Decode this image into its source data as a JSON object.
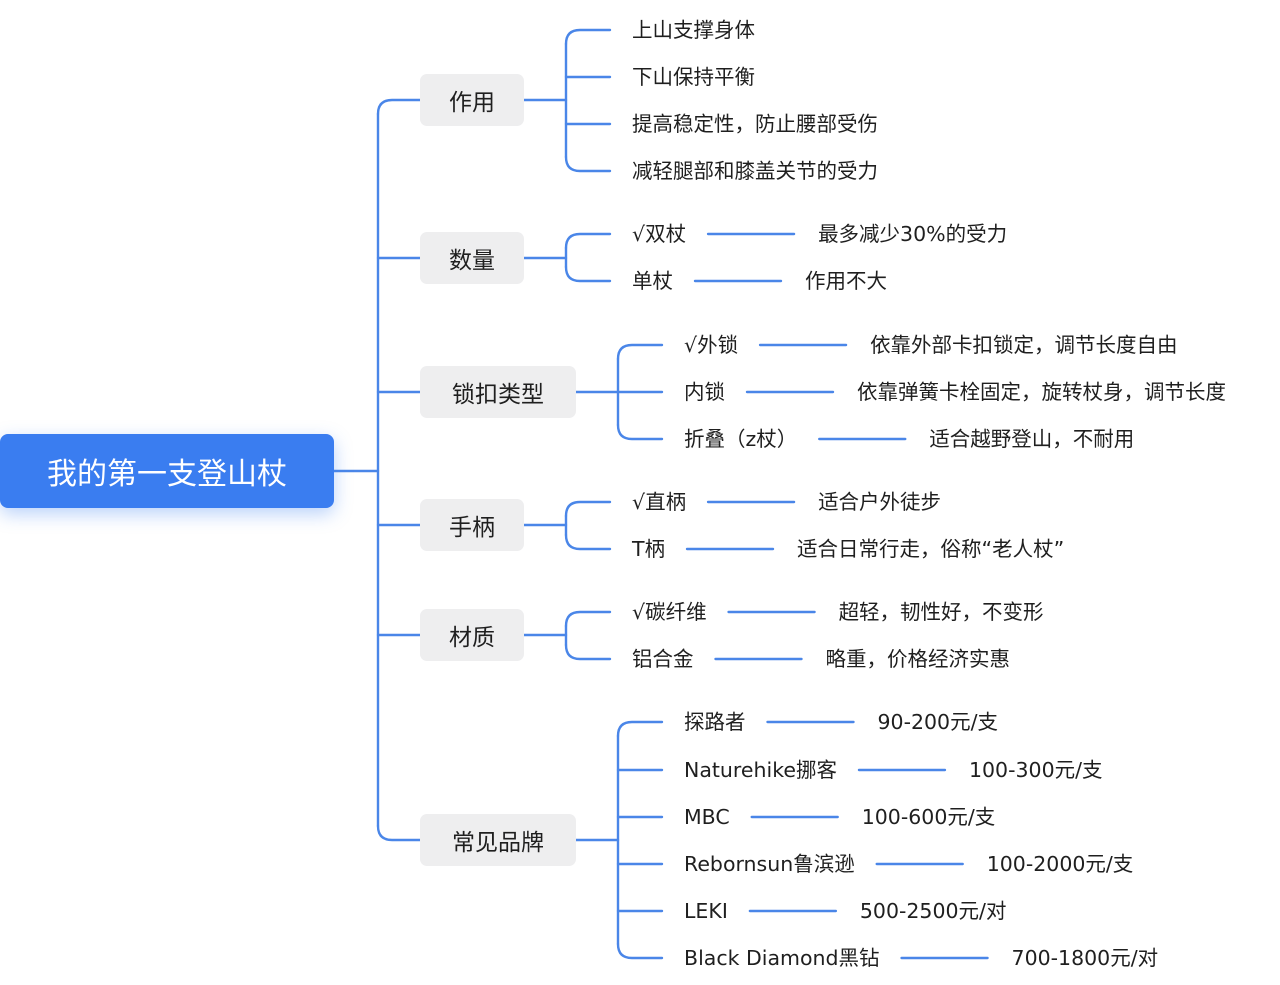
{
  "root": "我的第一支登山杖",
  "categories": [
    {
      "label": "作用",
      "items": [
        {
          "text": "上山支撑身体"
        },
        {
          "text": "下山保持平衡"
        },
        {
          "text": "提高稳定性，防止腰部受伤"
        },
        {
          "text": "减轻腿部和膝盖关节的受力"
        }
      ]
    },
    {
      "label": "数量",
      "items": [
        {
          "text": "√双杖",
          "note": "最多减少30%的受力"
        },
        {
          "text": "单杖",
          "note": "作用不大"
        }
      ]
    },
    {
      "label": "锁扣类型",
      "items": [
        {
          "text": "√外锁",
          "note": "依靠外部卡扣锁定，调节长度自由"
        },
        {
          "text": "内锁",
          "note": "依靠弹簧卡栓固定，旋转杖身，调节长度"
        },
        {
          "text": "折叠（z杖）",
          "note": "适合越野登山，不耐用"
        }
      ]
    },
    {
      "label": "手柄",
      "items": [
        {
          "text": "√直柄",
          "note": "适合户外徒步"
        },
        {
          "text": "T柄",
          "note": "适合日常行走，俗称“老人杖”"
        }
      ]
    },
    {
      "label": "材质",
      "items": [
        {
          "text": "√碳纤维",
          "note": "超轻，韧性好，不变形"
        },
        {
          "text": "铝合金",
          "note": "略重，价格经济实惠"
        }
      ]
    },
    {
      "label": "常见品牌",
      "items": [
        {
          "text": "探路者",
          "note": "90-200元/支"
        },
        {
          "text": "Naturehike挪客",
          "note": "100-300元/支"
        },
        {
          "text": "MBC",
          "note": "100-600元/支"
        },
        {
          "text": "Rebornsun鲁滨逊",
          "note": "100-2000元/支"
        },
        {
          "text": "LEKI",
          "note": "500-2500元/对"
        },
        {
          "text": "Black Diamond黑钻",
          "note": "700-1800元/对"
        }
      ]
    }
  ],
  "colors": {
    "root_bg": "#3a7df0",
    "line": "#4a86e8",
    "category_bg": "#eeeeef",
    "text": "#1f1f1f"
  }
}
